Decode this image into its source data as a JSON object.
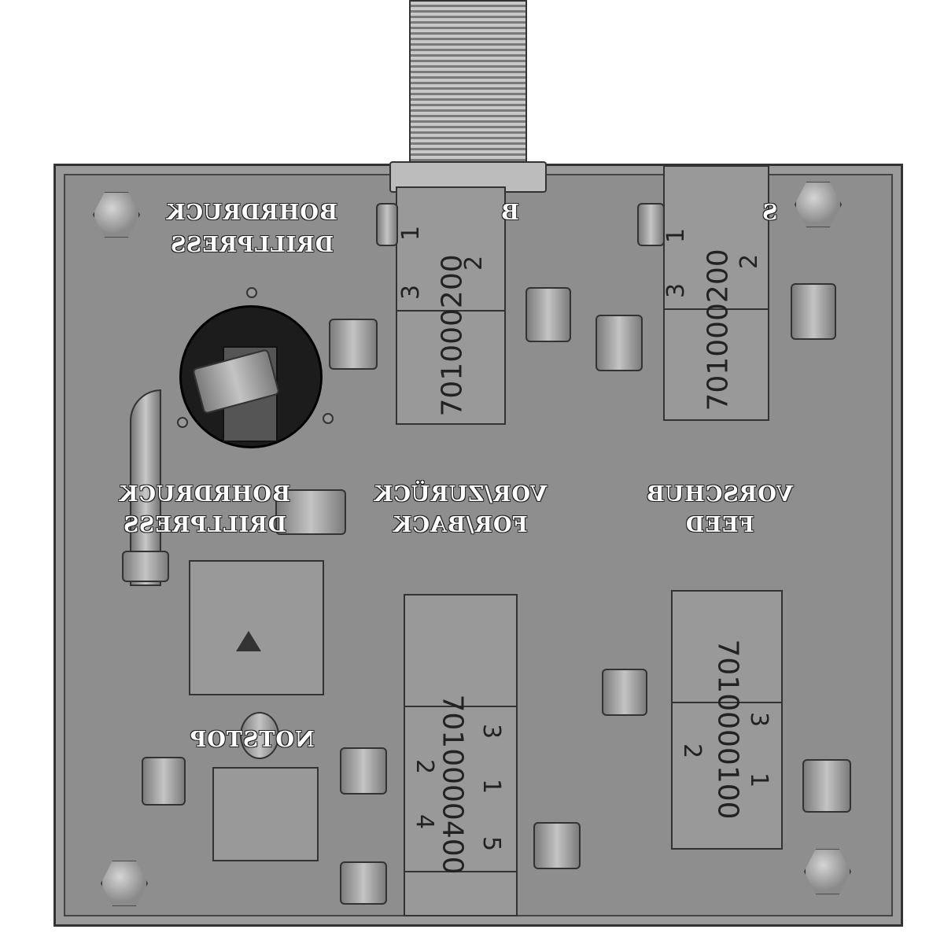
{
  "labels": {
    "drillpress_top": {
      "line1": "BOHRDRUCK",
      "line2": "DRILLPRESS"
    },
    "drillpress_mid": {
      "line1": "BOHRDRUCK",
      "line2": "DRILLPRESS"
    },
    "for_back": {
      "line1": "VOR/ZURÜCK",
      "line2": "FOR/BACK"
    },
    "feed": {
      "line1": "VORSCHUB",
      "line2": "FEED"
    },
    "emergency_stop": "NOTSTOP",
    "edge_fragment_1": "B",
    "edge_fragment_2": "S"
  },
  "valves": [
    {
      "code": "701000200",
      "ports": [
        "1",
        "2",
        "3"
      ]
    },
    {
      "code": "701000200",
      "ports": [
        "1",
        "2",
        "3"
      ]
    },
    {
      "code": "7010000400",
      "ports": [
        "1",
        "2",
        "3",
        "4",
        "5"
      ]
    },
    {
      "code": "7010000100",
      "ports": [
        "1",
        "2",
        "3"
      ]
    }
  ],
  "colors": {
    "panel": "#8e8e8e",
    "outline": "#333333",
    "label": "#ffffff"
  }
}
